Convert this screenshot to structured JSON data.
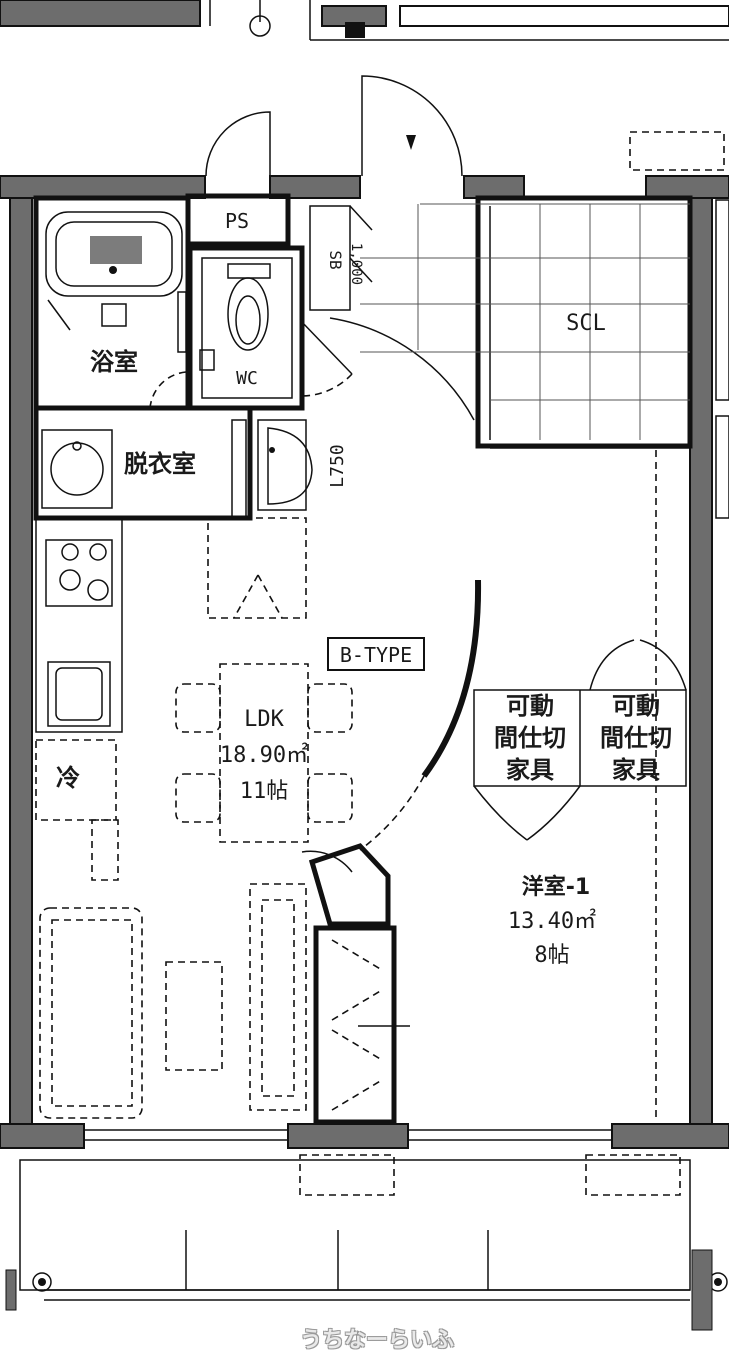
{
  "plan_type": "B-TYPE",
  "rooms": {
    "ps": "PS",
    "sb": "SB",
    "sb_dim": "1,000",
    "scl": "SCL",
    "bath": "浴室",
    "dressing": "脱衣室",
    "wc": "WC",
    "vanity_dim": "L750",
    "ldk_name": "LDK",
    "ldk_area": "18.90㎡",
    "ldk_tatami": "11帖",
    "fridge": "冷",
    "western_name": "洋室-1",
    "western_area": "13.40㎡",
    "western_tatami": "8帖"
  },
  "partition_left": [
    "可動",
    "間仕切",
    "家具"
  ],
  "partition_right": [
    "可動",
    "間仕切",
    "家具"
  ],
  "watermark": "うちなーらいふ"
}
